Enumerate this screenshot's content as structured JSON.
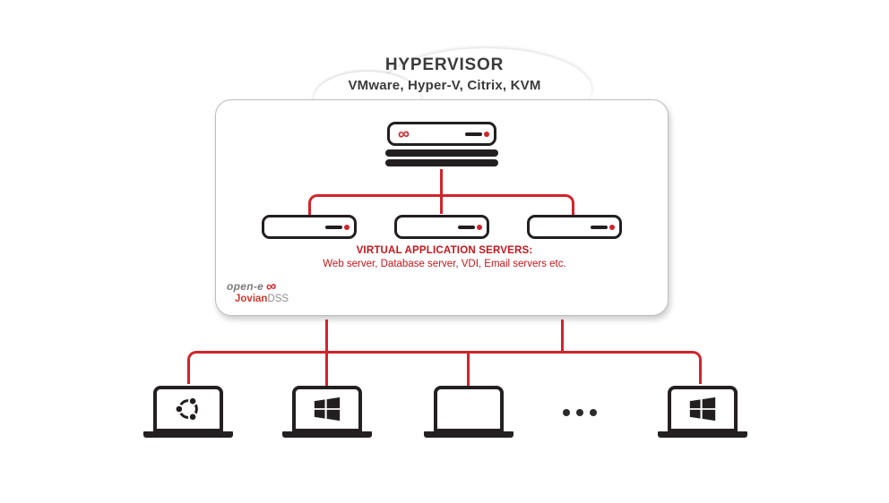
{
  "header": {
    "title": "HYPERVISOR",
    "subtitle": "VMware, Hyper-V, Citrix, KVM"
  },
  "hypervisor_box": {
    "caption_title": "VIRTUAL APPLICATION SERVERS:",
    "caption_detail": "Web server, Database server, VDI, Email servers etc.",
    "host_infinity_glyph": "∞",
    "logo": {
      "brand": "open-e",
      "infinity_glyph": "∞",
      "product_red": "Jovian",
      "product_gray": "DSS"
    }
  },
  "colors": {
    "red": "#d2232a",
    "black": "#231f20",
    "title_gray": "#3b3b3c",
    "logo_gray": "#8d8d8d"
  },
  "icons": {
    "client_1": "ubuntu-logo",
    "client_2": "windows-logo",
    "client_3": "blank-screen",
    "client_4": "windows-logo",
    "more_clients": "ellipsis-dots"
  }
}
